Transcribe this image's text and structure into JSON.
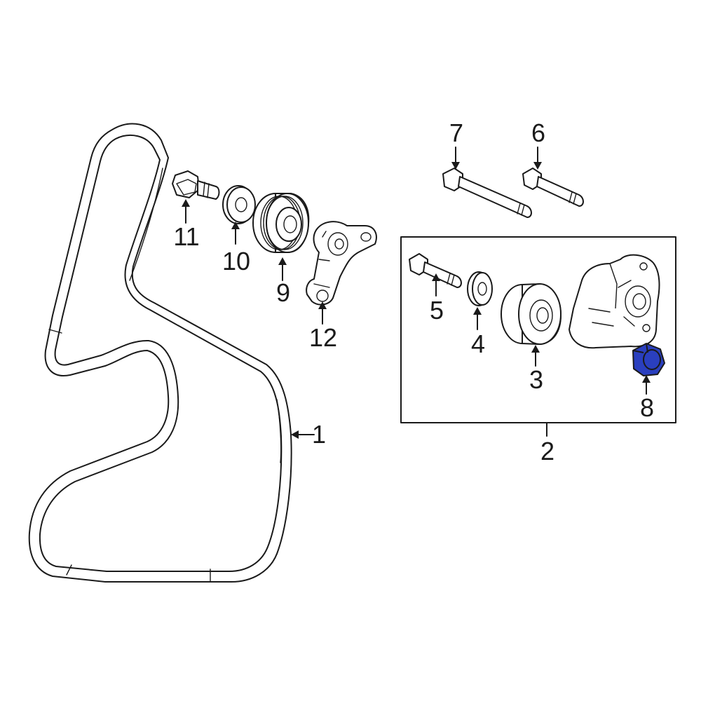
{
  "diagram": {
    "highlight_color": "#2a3fbf",
    "callouts": [
      {
        "id": "1",
        "label": "1"
      },
      {
        "id": "2",
        "label": "2"
      },
      {
        "id": "3",
        "label": "3"
      },
      {
        "id": "4",
        "label": "4"
      },
      {
        "id": "5",
        "label": "5"
      },
      {
        "id": "6",
        "label": "6"
      },
      {
        "id": "7",
        "label": "7"
      },
      {
        "id": "8",
        "label": "8"
      },
      {
        "id": "9",
        "label": "9"
      },
      {
        "id": "10",
        "label": "10"
      },
      {
        "id": "11",
        "label": "11"
      },
      {
        "id": "12",
        "label": "12"
      }
    ],
    "highlighted_part": "8"
  }
}
